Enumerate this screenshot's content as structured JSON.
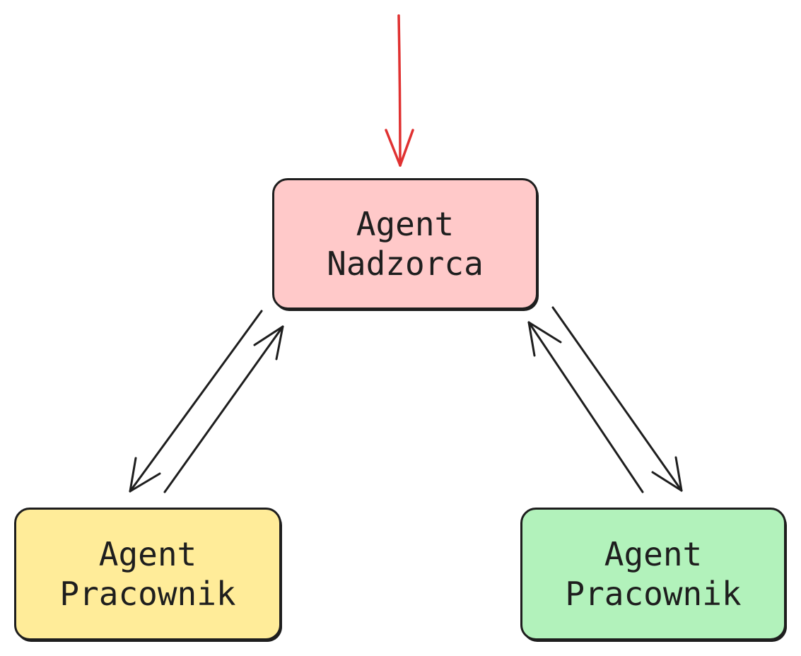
{
  "nodes": {
    "supervisor": {
      "line1": "Agent",
      "line2": "Nadzorca",
      "fill": "#ffc9c9"
    },
    "worker_left": {
      "line1": "Agent",
      "line2": "Pracownik",
      "fill": "#ffec99"
    },
    "worker_right": {
      "line1": "Agent",
      "line2": "Pracownik",
      "fill": "#b2f2bb"
    }
  },
  "colors": {
    "stroke": "#1e1e1e",
    "input_arrow": "#e03131"
  },
  "edges": [
    {
      "from": "input",
      "to": "supervisor"
    },
    {
      "from": "supervisor",
      "to": "worker_left"
    },
    {
      "from": "worker_left",
      "to": "supervisor"
    },
    {
      "from": "supervisor",
      "to": "worker_right"
    },
    {
      "from": "worker_right",
      "to": "supervisor"
    }
  ]
}
